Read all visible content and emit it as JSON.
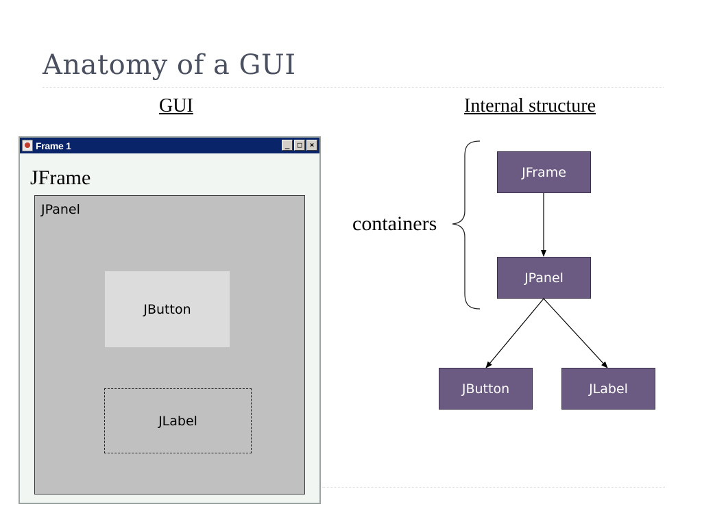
{
  "slide": {
    "title": "Anatomy of a GUI"
  },
  "columns": {
    "left_heading": "GUI",
    "right_heading": "Internal structure"
  },
  "gui_mock": {
    "window_title": "Frame 1",
    "titlebar_buttons": [
      "_",
      "□",
      "×"
    ],
    "frame_label": "JFrame",
    "panel_label": "JPanel",
    "button_label": "JButton",
    "label_label": "JLabel"
  },
  "tree": {
    "group_label": "containers",
    "nodes": {
      "frame": "JFrame",
      "panel": "JPanel",
      "button": "JButton",
      "label": "JLabel"
    }
  },
  "colors": {
    "node_fill": "#6b5a82",
    "titlebar": "#0a246a",
    "panel_fill": "#c0c0c0",
    "button_fill": "#dcdcdc",
    "title_text": "#4a5060"
  }
}
